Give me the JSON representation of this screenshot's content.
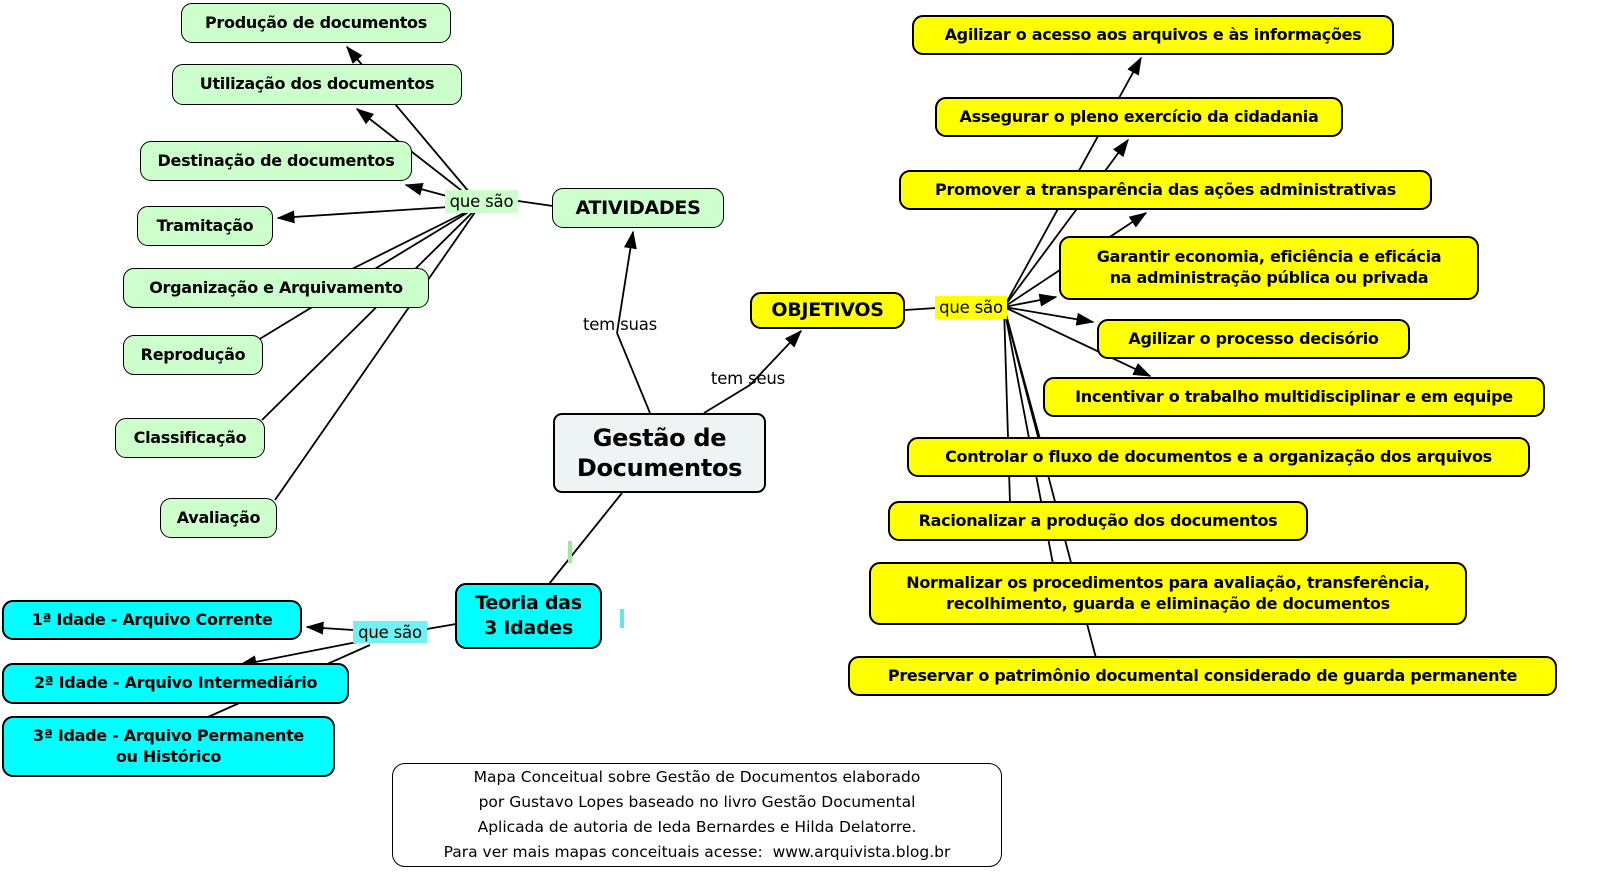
{
  "center": {
    "label": "Gestão de\nDocumentos"
  },
  "atividades": {
    "label": "ATIVIDADES",
    "connector": "tem suas",
    "link_label": "que são",
    "items": [
      "Produção de documentos",
      "Utilização dos documentos",
      "Destinação de documentos",
      "Tramitação",
      "Organização e Arquivamento",
      "Reprodução",
      "Classificação",
      "Avaliação"
    ]
  },
  "objetivos": {
    "label": "OBJETIVOS",
    "connector": "tem seus",
    "link_label": "que são",
    "items": [
      "Agilizar o acesso aos arquivos e às informações",
      "Assegurar o pleno exercício da cidadania",
      "Promover a transparência das ações administrativas",
      "Garantir economia, eficiência e eficácia\nna administração pública ou privada",
      "Agilizar o processo decisório",
      "Incentivar o trabalho multidisciplinar e em equipe",
      "Controlar o fluxo de documentos e a organização dos arquivos",
      "Racionalizar a produção dos documentos",
      "Normalizar os procedimentos para avaliação, transferência,\nrecolhimento, guarda e eliminação de documentos",
      "Preservar o patrimônio documental considerado de guarda permanente"
    ]
  },
  "teoria": {
    "label": "Teoria das\n3 Idades",
    "link_label": "que são",
    "items": [
      "1ª Idade - Arquivo Corrente",
      "2ª Idade - Arquivo Intermediário",
      "3ª Idade - Arquivo Permanente\nou Histórico"
    ]
  },
  "footer": {
    "lines": [
      "Mapa Conceitual sobre Gestão de Documentos elaborado",
      "por Gustavo Lopes baseado no livro Gestão Documental",
      "Aplicada de autoria de Ieda Bernardes e Hilda Delatorre.",
      "Para ver mais mapas conceituais acesse:  www.arquivista.blog.br"
    ]
  },
  "colors": {
    "activity_fill": "#ccffcc",
    "objective_fill": "#ffff00",
    "age_fill": "#00ffff",
    "center_fill": "#eef3f3",
    "line": "#000000"
  }
}
